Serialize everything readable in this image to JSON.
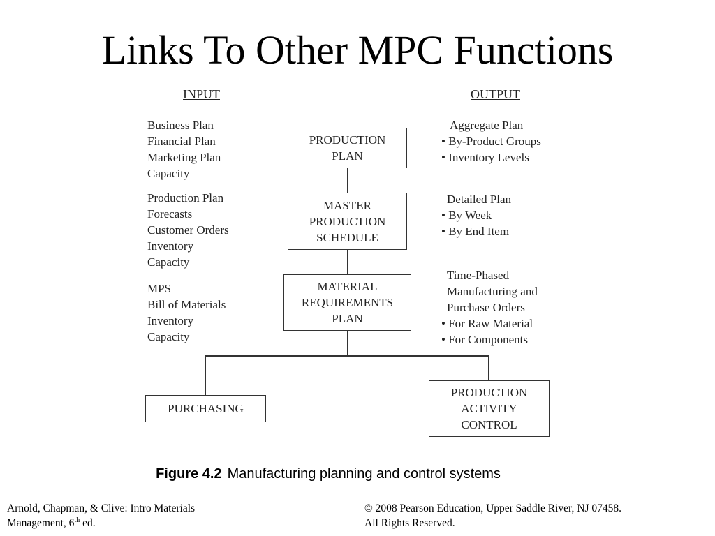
{
  "title": "Links To Other MPC Functions",
  "input_header": "INPUT",
  "output_header": "OUTPUT",
  "inputs": [
    [
      "Business Plan",
      "Financial Plan",
      "Marketing Plan",
      "Capacity"
    ],
    [
      "Production Plan",
      "Forecasts",
      "Customer Orders",
      "Inventory",
      "Capacity"
    ],
    [
      "MPS",
      "Bill of Materials",
      "Inventory",
      "Capacity"
    ]
  ],
  "outputs": [
    {
      "lines": [
        "Aggregate Plan"
      ],
      "bullets": [
        "By-Product Groups",
        "Inventory Levels"
      ]
    },
    {
      "lines": [
        "Detailed Plan"
      ],
      "bullets": [
        "By Week",
        "By End Item"
      ]
    },
    {
      "lines": [
        "Time-Phased",
        "Manufacturing and",
        "Purchase Orders"
      ],
      "bullets": [
        "For Raw Material",
        "For Components"
      ]
    }
  ],
  "boxes": {
    "production_plan": [
      "PRODUCTION",
      "PLAN"
    ],
    "mps": [
      "MASTER",
      "PRODUCTION",
      "SCHEDULE"
    ],
    "mrp": [
      "MATERIAL",
      "REQUIREMENTS",
      "PLAN"
    ],
    "purchasing": [
      "PURCHASING"
    ],
    "pac": [
      "PRODUCTION",
      "ACTIVITY",
      "CONTROL"
    ]
  },
  "caption": {
    "label": "Figure 4.2",
    "text": "Manufacturing planning and control systems"
  },
  "footer": {
    "left_line1": "Arnold, Chapman, & Clive: Intro Materials",
    "left_line2_pre": "Management, 6",
    "left_line2_sup": "th",
    "left_line2_post": " ed.",
    "right_line1": "© 2008 Pearson Education, Upper Saddle River, NJ 07458.",
    "right_line2": "All Rights Reserved."
  }
}
